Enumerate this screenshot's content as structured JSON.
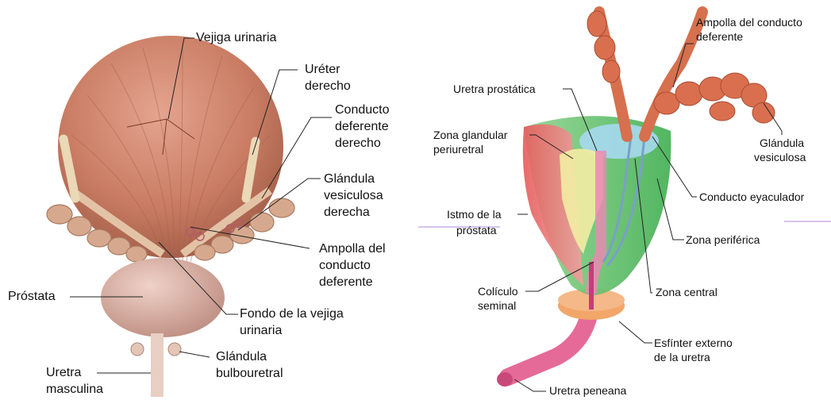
{
  "left_figure": {
    "labels": {
      "vejiga": "Vejiga urinaria",
      "ureter_1": "Uréter",
      "ureter_2": "derecho",
      "conducto_1": "Conducto",
      "conducto_2": "deferente",
      "conducto_3": "derecho",
      "glandula_1": "Glándula",
      "glandula_2": "vesiculosa",
      "glandula_3": "derecha",
      "ampolla_1": "Ampolla del",
      "ampolla_2": "conducto",
      "ampolla_3": "deferente",
      "prostata": "Próstata",
      "fondo_1": "Fondo de la vejiga",
      "fondo_2": "urinaria",
      "bulbo_1": "Glándula",
      "bulbo_2": "bulbouretral",
      "uretra_1": "Uretra",
      "uretra_2": "masculina"
    }
  },
  "right_figure": {
    "labels": {
      "ampolla_1": "Ampolla del conducto",
      "ampolla_2": "deferente",
      "uretra_prost": "Uretra prostática",
      "zona_gland_1": "Zona glandular",
      "zona_gland_2": "periuretral",
      "glandula_1": "Glándula",
      "glandula_2": "vesiculosa",
      "eyaculador": "Conducto eyaculador",
      "istmo_1": "Istmo de la",
      "istmo_2": "próstata",
      "zona_perif": "Zona periférica",
      "coliculo_1": "Colículo",
      "coliculo_2": "seminal",
      "zona_central": "Zona central",
      "esfinter_1": "Esfínter externo",
      "esfinter_2": "de la uretra",
      "uretra_pen": "Uretra peneana"
    }
  },
  "colors": {
    "bladder": "#c9806a",
    "prostate": "#d8b0a4",
    "duct": "#cf6a4a",
    "zone_red": "#e06a6a",
    "zone_green": "#66c266",
    "zone_yellow": "#f2ea9a",
    "zone_blue": "#9fd6ee",
    "sphincter": "#f0a266",
    "urethra_pink": "#e05a8c",
    "divider": "#a88ad6"
  }
}
